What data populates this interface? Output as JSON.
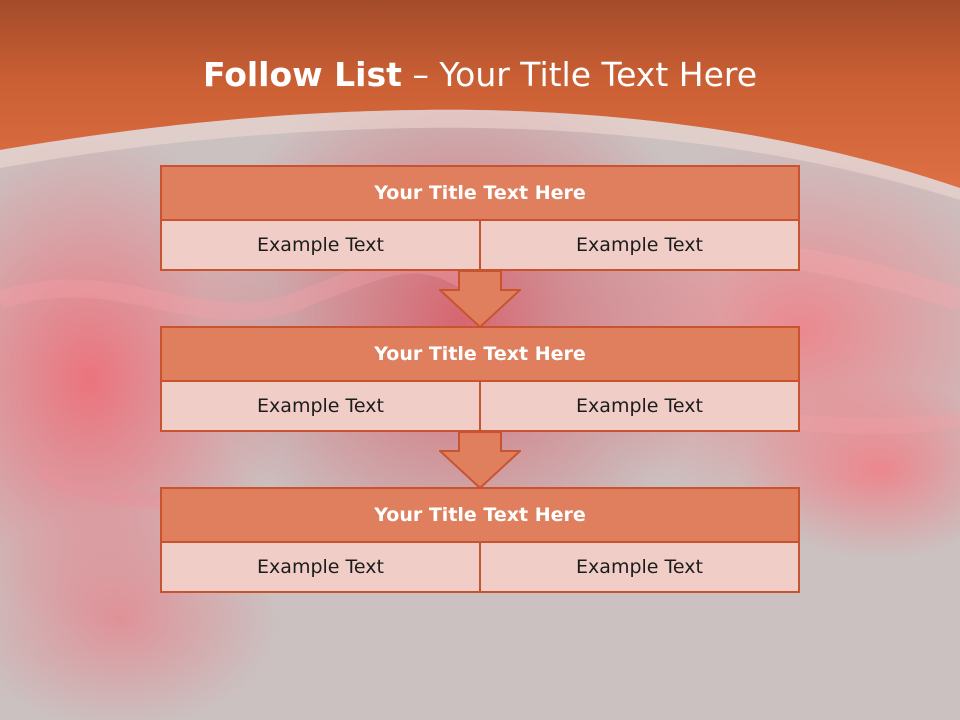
{
  "slide": {
    "title_bold": "Follow List",
    "title_rest": " – Your Title Text Here"
  },
  "blocks": [
    {
      "title": "Your Title Text Here",
      "left": "Example Text",
      "right": "Example Text"
    },
    {
      "title": "Your Title Text Here",
      "left": "Example Text",
      "right": "Example Text"
    },
    {
      "title": "Your Title Text Here",
      "left": "Example Text",
      "right": "Example Text"
    }
  ],
  "colors": {
    "header_orange": "#d4683f",
    "block_title_fill": "#df7f5d",
    "block_border": "#c8542f",
    "cell_fill": "#f0cec7",
    "background_rose": "#e9808a"
  }
}
